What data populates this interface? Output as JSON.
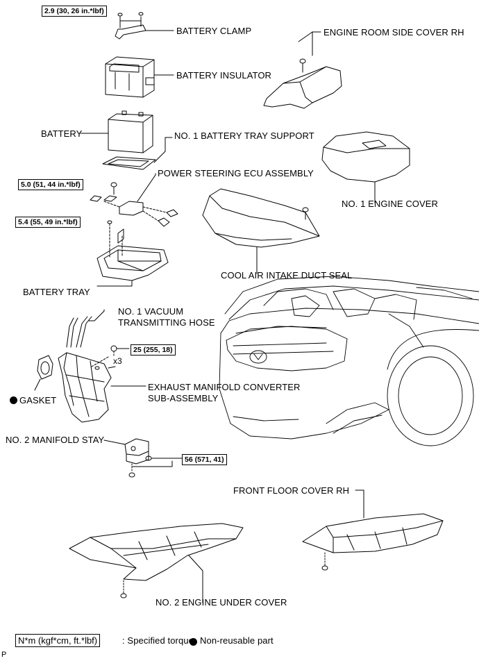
{
  "labels": {
    "battery_clamp": "BATTERY CLAMP",
    "engine_room_side_cover_rh": "ENGINE ROOM SIDE COVER RH",
    "battery_insulator": "BATTERY INSULATOR",
    "battery": "BATTERY",
    "no1_battery_tray_support": "NO. 1 BATTERY TRAY SUPPORT",
    "power_steering_ecu_assembly": "POWER STEERING ECU ASSEMBLY",
    "no1_engine_cover": "NO. 1 ENGINE COVER",
    "cool_air_intake_duct_seal": "COOL AIR INTAKE DUCT SEAL",
    "battery_tray": "BATTERY TRAY",
    "no1_vacuum_line1": "NO. 1 VACUUM",
    "no1_vacuum_line2": "TRANSMITTING HOSE",
    "exhaust_line1": "EXHAUST MANIFOLD CONVERTER",
    "exhaust_line2": "SUB-ASSEMBLY",
    "gasket": "GASKET",
    "no2_manifold_stay": "NO. 2 MANIFOLD STAY",
    "front_floor_cover_rh": "FRONT FLOOR COVER RH",
    "no2_engine_under_cover": "NO. 2 ENGINE UNDER COVER"
  },
  "torques": {
    "t1": "2.9 (30, 26 in.*lbf)",
    "t2": "5.0 (51, 44 in.*lbf)",
    "t3": "5.4 (55, 49 in.*lbf)",
    "t4": "25 (255, 18)",
    "t5": "56 (571, 41)"
  },
  "qty": "x3",
  "legend": {
    "box": "N*m (kgf*cm, ft.*lbf)",
    "specified": ": Specified torque",
    "nonreusable": "Non-reusable part"
  },
  "corner_mark": "P"
}
